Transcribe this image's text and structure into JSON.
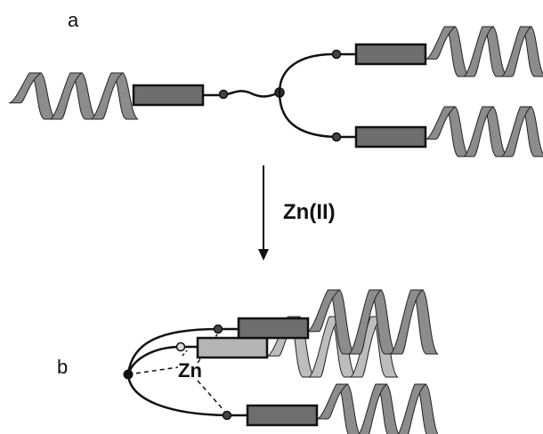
{
  "labels": {
    "panel_a": "a",
    "panel_b": "b",
    "reagent": "Zn(II)",
    "metal": "Zn"
  },
  "colors": {
    "helix": "#8c8c8c",
    "helix_light": "#bdbdbd",
    "block_dark": "#6e6e6e",
    "block_light": "#b5b5b5",
    "linker": "#111111"
  }
}
